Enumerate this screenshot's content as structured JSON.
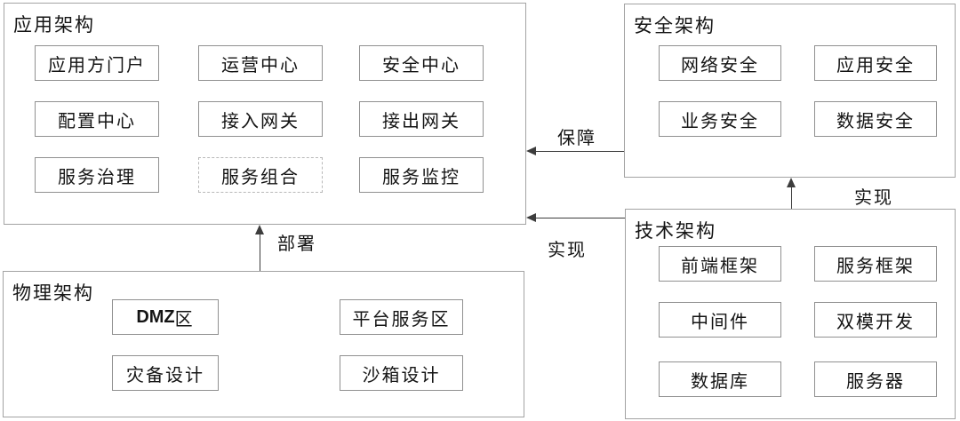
{
  "diagram": {
    "groups": {
      "application": {
        "title": "应用架构",
        "items": [
          "应用方门户",
          "运营中心",
          "安全中心",
          "配置中心",
          "接入网关",
          "接出网关",
          "服务治理",
          "服务组合",
          "服务监控"
        ]
      },
      "security": {
        "title": "安全架构",
        "items": [
          "网络安全",
          "应用安全",
          "业务安全",
          "数据安全"
        ]
      },
      "technology": {
        "title": "技术架构",
        "items": [
          "前端框架",
          "服务框架",
          "中间件",
          "双模开发",
          "数据库",
          "服务器"
        ]
      },
      "physical": {
        "title": "物理架构",
        "items": [
          {
            "bold": "DMZ",
            "text": "区"
          },
          {
            "text": "平台服务区"
          },
          {
            "text": "灾备设计"
          },
          {
            "text": "沙箱设计"
          }
        ]
      }
    },
    "arrows": {
      "guarantee": "保障",
      "realize_to_app": "实现",
      "realize_to_security": "实现",
      "deploy": "部署"
    },
    "colors": {
      "background": "#ffffff",
      "outer_border": "#a3a3a3",
      "inner_border": "#909090",
      "dashed_border": "#b8b8b8",
      "line": "#3d3d3d",
      "text": "#141414"
    }
  }
}
